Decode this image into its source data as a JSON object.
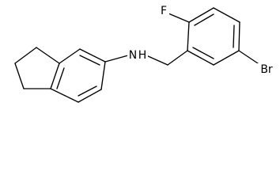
{
  "molecule": {
    "atoms": {
      "nitrogen": "N",
      "hydrogen": "H",
      "fluorine": "F",
      "bromine": "Br"
    },
    "line_color": "#000000",
    "background": "#ffffff"
  }
}
